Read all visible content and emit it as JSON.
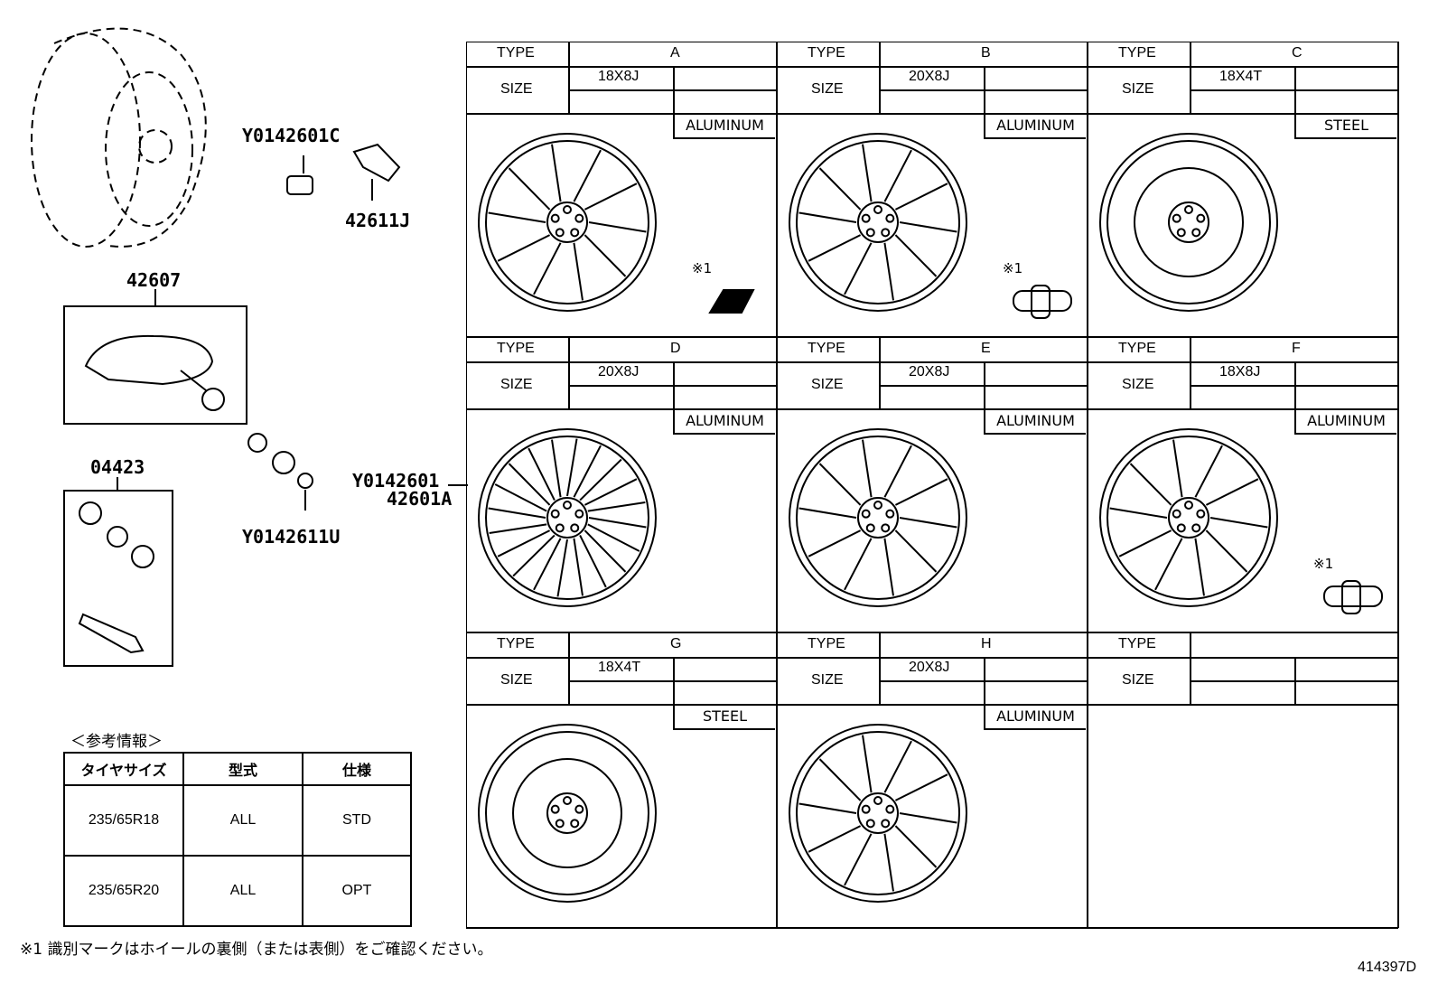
{
  "part_numbers": {
    "rim": "Y0142601C",
    "valve_cap": "42611J",
    "sensor": "42607",
    "kit": "04423",
    "washer_set": "Y0142611U",
    "wheel_1": "Y0142601",
    "wheel_2": "42601A"
  },
  "wheels": [
    {
      "type": "A",
      "size": "18X8J",
      "material": "ALUMINUM",
      "mark": "※1"
    },
    {
      "type": "B",
      "size": "20X8J",
      "material": "ALUMINUM",
      "mark": "※1"
    },
    {
      "type": "C",
      "size": "18X4T",
      "material": "STEEL",
      "mark": ""
    },
    {
      "type": "D",
      "size": "20X8J",
      "material": "ALUMINUM",
      "mark": ""
    },
    {
      "type": "E",
      "size": "20X8J",
      "material": "ALUMINUM",
      "mark": ""
    },
    {
      "type": "F",
      "size": "18X8J",
      "material": "ALUMINUM",
      "mark": "※1"
    },
    {
      "type": "G",
      "size": "18X4T",
      "material": "STEEL",
      "mark": ""
    },
    {
      "type": "H",
      "size": "20X8J",
      "material": "ALUMINUM",
      "mark": ""
    },
    {
      "type": "",
      "size": "",
      "material": "",
      "mark": ""
    }
  ],
  "labels": {
    "type": "TYPE",
    "size": "SIZE"
  },
  "reference": {
    "title": "＜参考情報＞",
    "headers": [
      "タイヤサイズ",
      "型式",
      "仕様"
    ],
    "rows": [
      [
        "235/65R18",
        "ALL",
        "STD"
      ],
      [
        "235/65R20",
        "ALL",
        "OPT"
      ]
    ]
  },
  "footnote": "※1 識別マークはホイールの裏側（または表側）をご確認ください。",
  "diagram_code": "414397D"
}
